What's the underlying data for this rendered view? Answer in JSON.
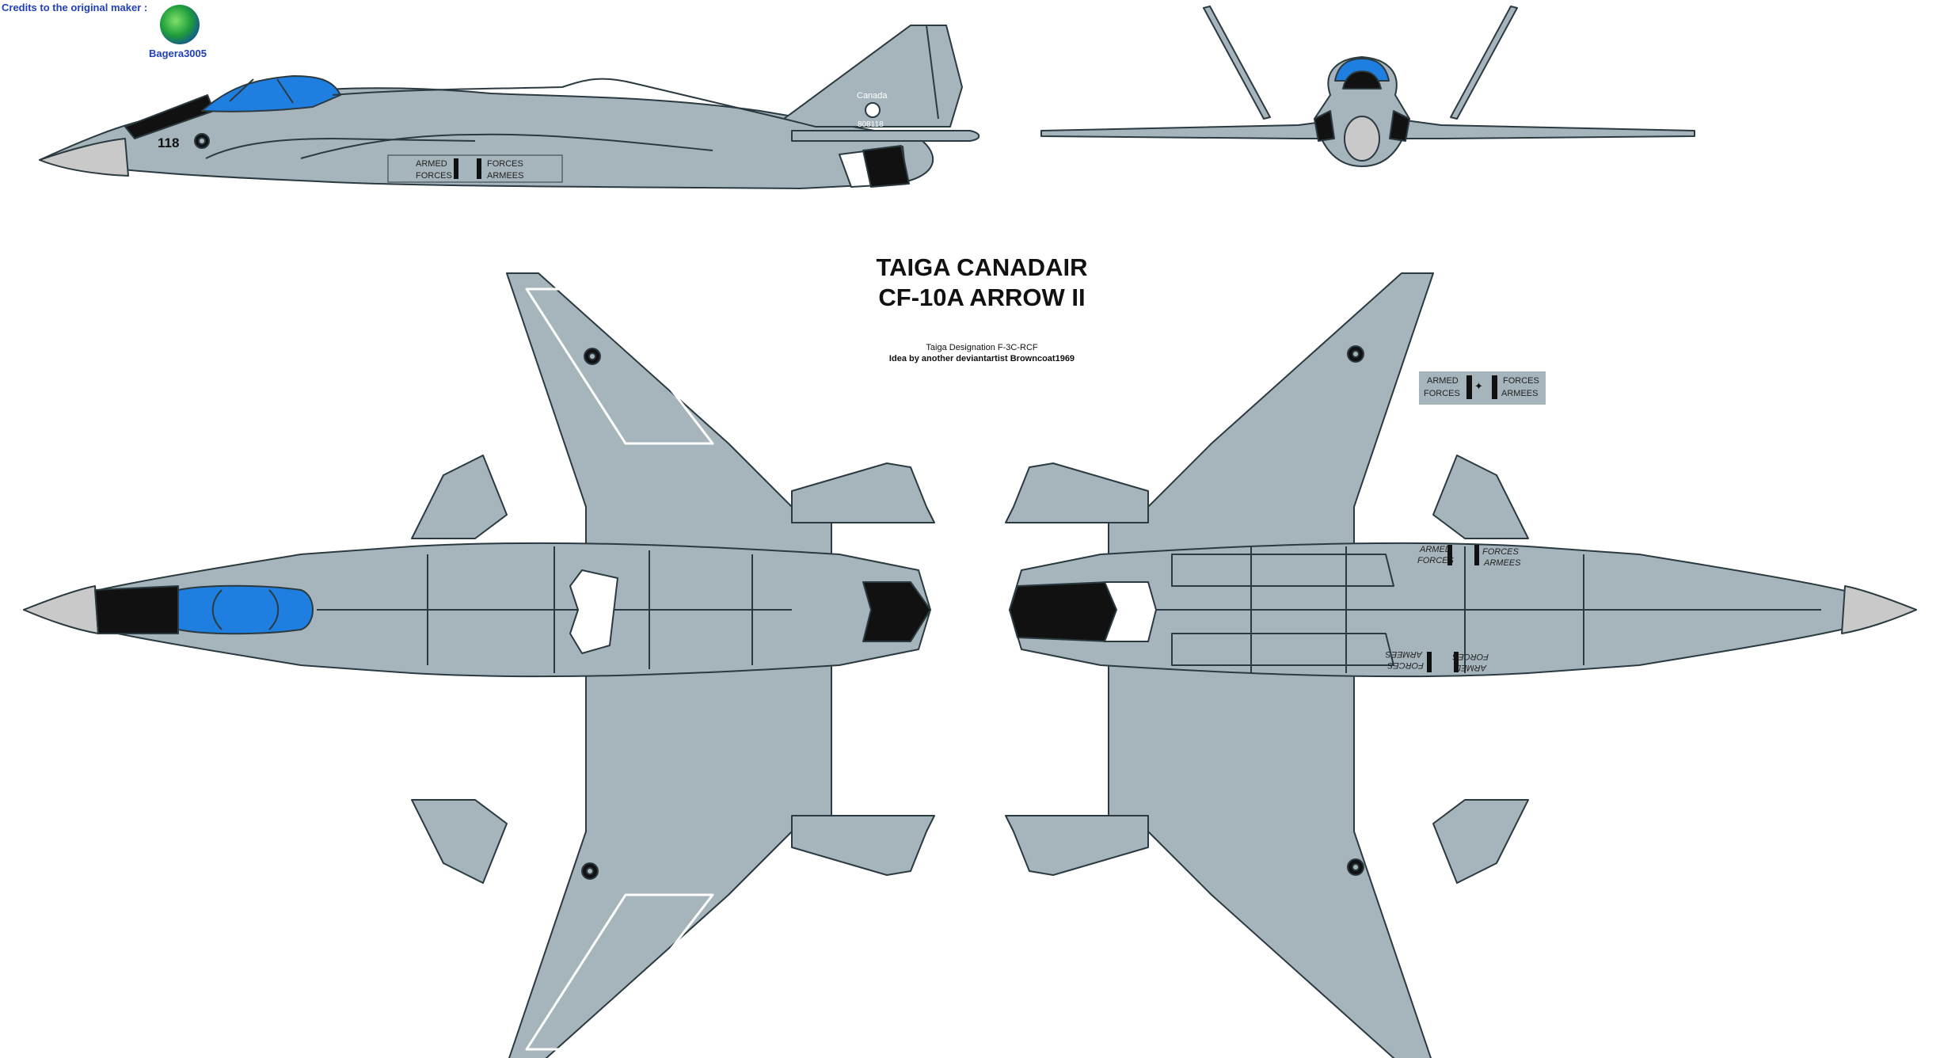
{
  "credits": "Credits to the original maker :",
  "author": "Bagera3005",
  "title_line1": "TAIGA CANADAIR",
  "title_line2": "CF-10A ARROW II",
  "designation": "Taiga Designation F-3C-RCF",
  "idea": "Idea by another deviantartist Browncoat1969",
  "markings": {
    "armed": "ARMED",
    "forces": "FORCES",
    "armees": "ARMEES",
    "country": "Canada",
    "serial": "808118",
    "nose_number": "118"
  },
  "colors": {
    "body": "#a6b5bc",
    "outline": "#2b3a40",
    "canopy": "#1e7fe0",
    "dark": "#111111",
    "nose": "#c9c9c9"
  }
}
